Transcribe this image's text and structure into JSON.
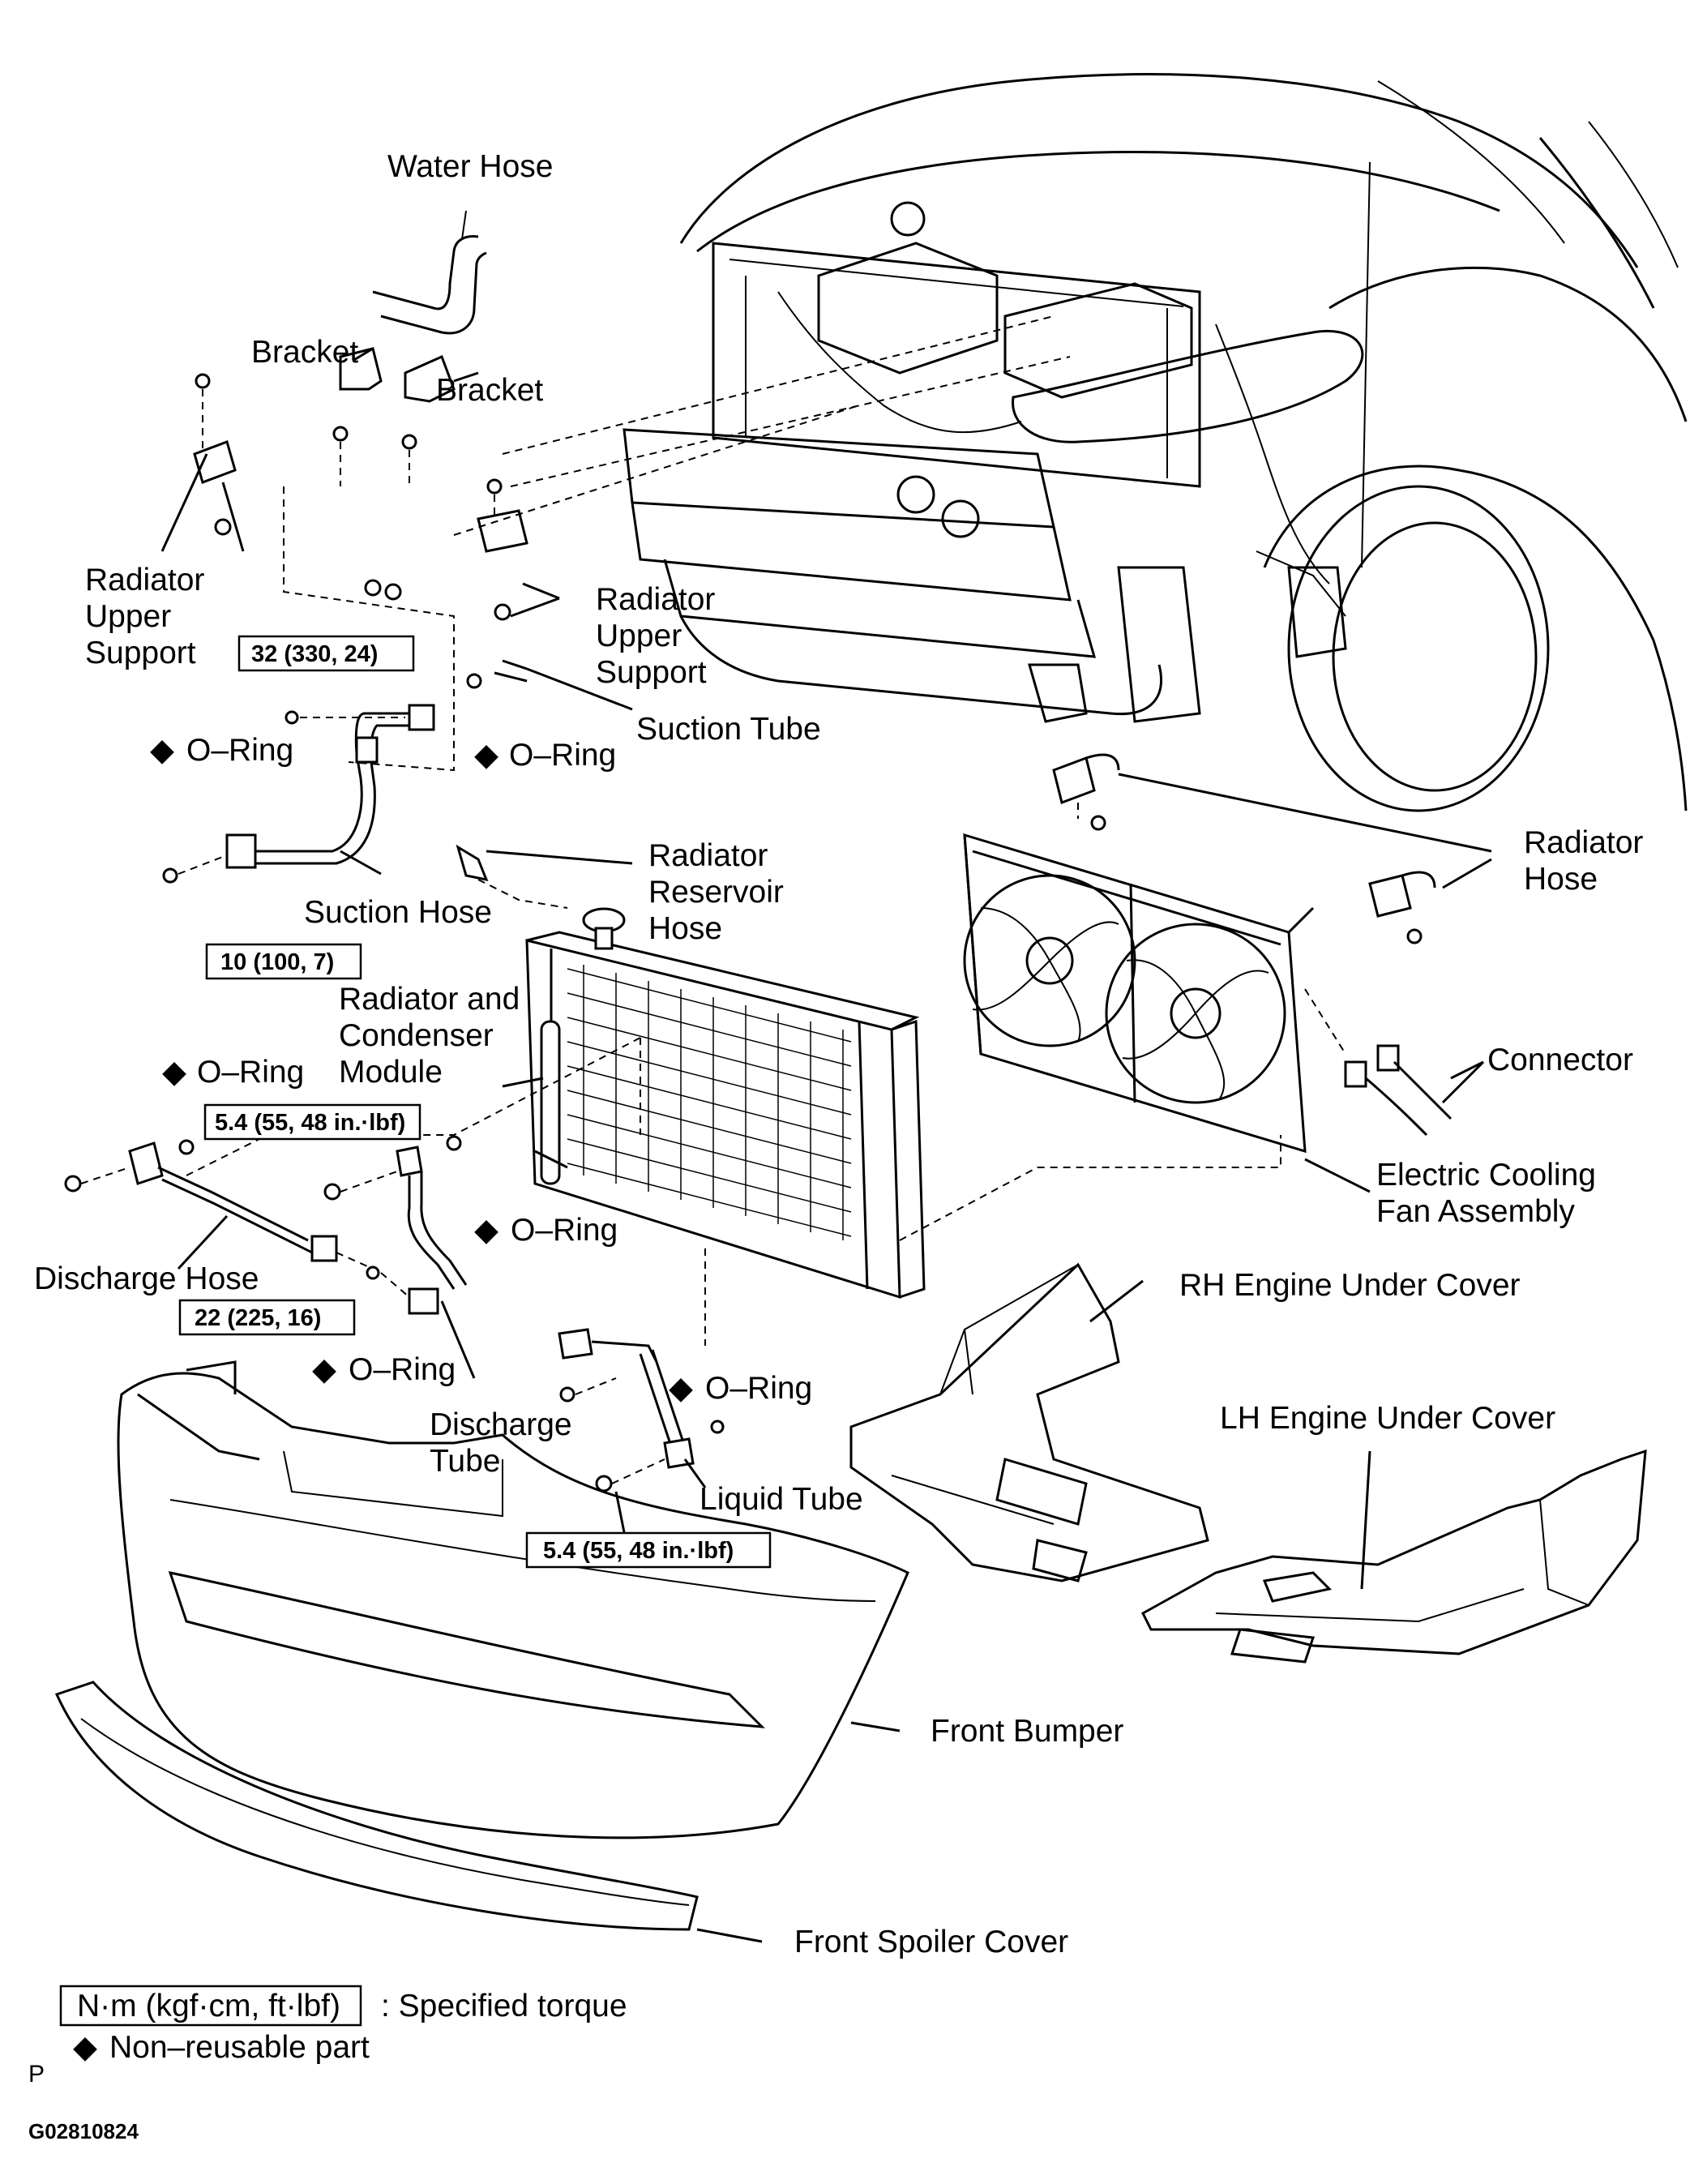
{
  "labels": {
    "water_hose": "Water Hose",
    "bracket_1": "Bracket",
    "bracket_2": "Bracket",
    "radiator_upper_support_left": [
      "Radiator",
      "Upper",
      "Support"
    ],
    "radiator_upper_support_right": [
      "Radiator",
      "Upper",
      "Support"
    ],
    "suction_tube": "Suction Tube",
    "o_ring_1": "O–Ring",
    "o_ring_2": "O–Ring",
    "o_ring_3": "O–Ring",
    "o_ring_4": "O–Ring",
    "o_ring_5": "O–Ring",
    "o_ring_6": "O–Ring",
    "suction_hose": "Suction Hose",
    "radiator_reservoir_hose": [
      "Radiator",
      "Reservoir",
      "Hose"
    ],
    "radiator_hose": [
      "Radiator",
      "Hose"
    ],
    "radiator_condenser_module": [
      "Radiator and",
      "Condenser",
      "Module"
    ],
    "connector": "Connector",
    "electric_cooling_fan": [
      "Electric Cooling",
      "Fan Assembly"
    ],
    "discharge_hose": "Discharge Hose",
    "discharge_tube": [
      "Discharge",
      "Tube"
    ],
    "rh_engine_under_cover": "RH Engine Under Cover",
    "lh_engine_under_cover": "LH Engine Under Cover",
    "liquid_tube": "Liquid Tube",
    "front_bumper": "Front Bumper",
    "front_spoiler_cover": "Front Spoiler Cover"
  },
  "torques": {
    "t1": "32 (330, 24)",
    "t2": "10 (100, 7)",
    "t3": "5.4 (55, 48 in.·lbf)",
    "t4": "22 (225, 16)",
    "t5": "5.4 (55, 48 in.·lbf)"
  },
  "legend": {
    "torque_unit": "N·m (kgf·cm, ft·lbf)",
    "torque_desc": ": Specified torque",
    "nonreusable": "Non–reusable part"
  },
  "diamond_symbol": "◆",
  "footer": {
    "p_mark": "P",
    "figure_id": "G02810824"
  }
}
